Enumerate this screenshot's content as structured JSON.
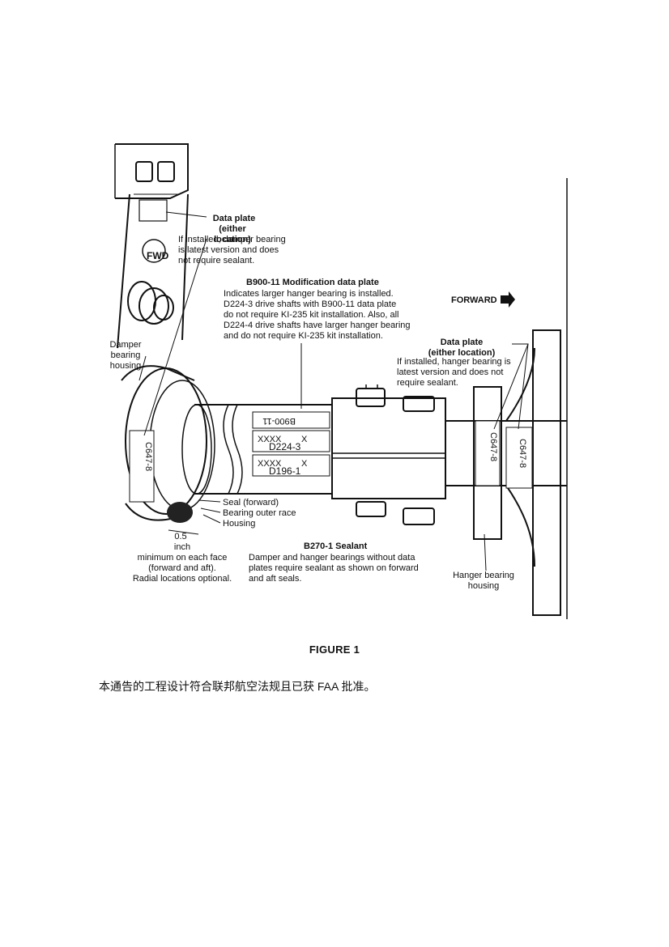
{
  "figure": {
    "caption": "FIGURE 1",
    "data_plate_top": {
      "title": "Data plate",
      "subtitle": "(either location)",
      "body": [
        "If installed, damper bearing",
        "is latest version and does",
        "not require sealant."
      ]
    },
    "b900_11": {
      "title": "B900-11 Modification data plate",
      "body": [
        "Indicates larger hanger bearing is installed.",
        "D224-3 drive shafts with B900-11 data plate",
        "do not require KI-235 kit installation.  Also, all",
        "D224-4 drive shafts have larger hanger bearing",
        "and do not require KI-235 kit installation."
      ]
    },
    "forward": "FORWARD",
    "data_plate_right": {
      "title": "Data plate",
      "subtitle": "(either location)",
      "body": [
        "If installed, hanger bearing is",
        "latest version and does not",
        "require sealant."
      ]
    },
    "damper_housing": [
      "Damper",
      "bearing",
      "housing"
    ],
    "seal_labels": [
      "Seal (forward)",
      "Bearing outer race",
      "Housing"
    ],
    "min_dim": [
      "0.5",
      "inch",
      "minimum on each face",
      "(forward and aft).",
      "Radial locations optional."
    ],
    "b270_1": {
      "title": "B270-1 Sealant",
      "body": [
        "Damper and hanger bearings without data",
        "plates require sealant as shown on forward",
        "and aft seals."
      ]
    },
    "hanger_housing": [
      "Hanger bearing",
      "housing"
    ],
    "plates": {
      "p1": "B900-11",
      "p2": "D224-3",
      "p3": "D196-1",
      "xxxx": "XXXX",
      "x": "X",
      "c647": "C647-8",
      "fwd": "FWD"
    }
  },
  "note": "本通告的工程设计符合联邦航空法规且已获 FAA 批准。"
}
